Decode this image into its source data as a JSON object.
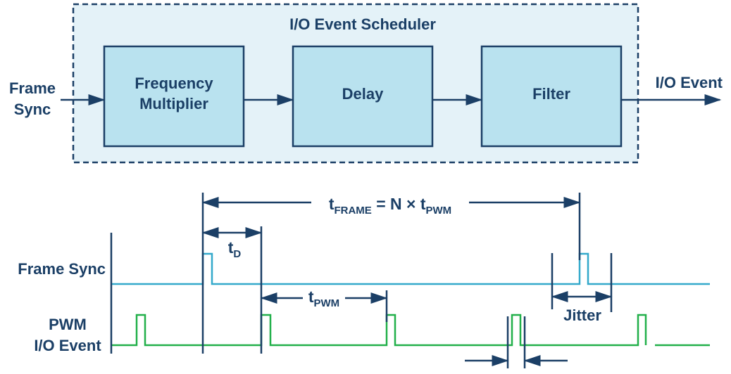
{
  "colors": {
    "navy": "#1b3f66",
    "block_fill": "#b9e2ef",
    "container_fill": "#e4f2f8",
    "frame_sync_wave": "#34a9cb",
    "pwm_wave": "#22b04a"
  },
  "scheduler": {
    "title": "I/O Event Scheduler",
    "input_label_line1": "Frame",
    "input_label_line2": "Sync",
    "output_label": "I/O Event",
    "blocks": {
      "freq_line1": "Frequency",
      "freq_line2": "Multiplier",
      "delay": "Delay",
      "filter": "Filter"
    }
  },
  "timing": {
    "t_frame": {
      "t": "t",
      "sub1": "FRAME",
      "mid": " = N × t",
      "sub2": "PWM"
    },
    "t_d": {
      "t": "t",
      "sub": "D"
    },
    "t_pwm": {
      "t": "t",
      "sub": "PWM"
    },
    "jitter": "Jitter",
    "frame_sync_label": "Frame Sync",
    "pwm_label_line1": "PWM",
    "pwm_label_line2": "I/O Event"
  }
}
